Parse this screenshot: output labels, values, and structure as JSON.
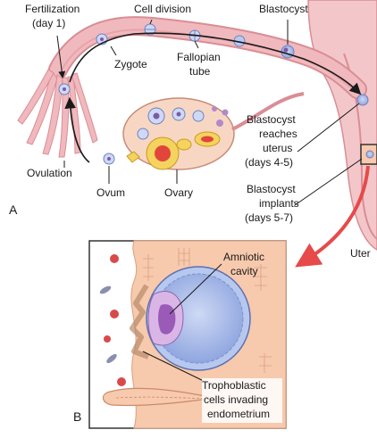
{
  "colors": {
    "tissue_pink": "#f3c7c9",
    "tube_pink": "#f0b9bd",
    "tube_edge": "#d98d95",
    "ovary_yellow": "#f4d35e",
    "ovary_red": "#e2453c",
    "cell_blue": "#9fb6e6",
    "cell_purple": "#b28ac9",
    "arrow_red": "#e64a4a",
    "endometrium_peach": "#f7c9ad",
    "blood_red": "#d84a4a",
    "frame": "#333333"
  },
  "panel_a": {
    "letter": "A",
    "labels": {
      "fertilization_line1": "Fertilization",
      "fertilization_line2": "(day 1)",
      "cell_division": "Cell division",
      "blastocyst": "Blastocyst",
      "zygote": "Zygote",
      "fallopian_line1": "Fallopian",
      "fallopian_line2": "tube",
      "reaches_line1": "Blastocyst",
      "reaches_line2": "reaches",
      "reaches_line3": "uterus",
      "reaches_line4": "(days 4-5)",
      "implants_line1": "Blastocyst",
      "implants_line2": "implants",
      "implants_line3": "(days 5-7)",
      "ovulation": "Ovulation",
      "ovum": "Ovum",
      "ovary": "Ovary",
      "uterus_partial": "Uter"
    }
  },
  "panel_b": {
    "letter": "B",
    "labels": {
      "amniotic_line1": "Amniotic",
      "amniotic_line2": "cavity",
      "tropho_line1": "Trophoblastic",
      "tropho_line2": "cells invading",
      "tropho_line3": "endometrium"
    }
  }
}
